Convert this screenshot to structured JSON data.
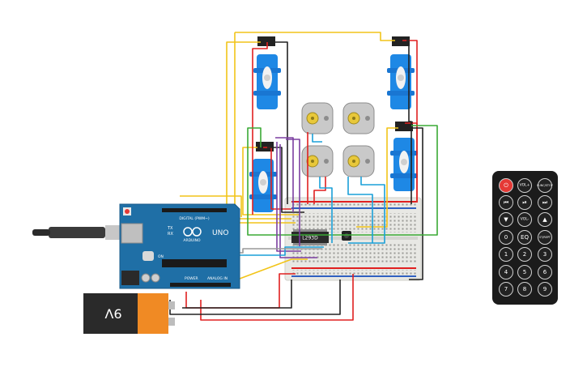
{
  "arduino": {
    "brand": "ARDUINO",
    "model": "UNO",
    "header_digital": "DIGITAL (PWM~)",
    "header_power": "POWER",
    "header_analog": "ANALOG IN",
    "tx": "TX",
    "rx": "RX",
    "on_label": "ON"
  },
  "driver_chip": {
    "label": "L293D"
  },
  "battery": {
    "label": "9V"
  },
  "remote": {
    "row1": [
      {
        "label": "⏻",
        "color": "#e53935",
        "name": "power-button"
      },
      {
        "label": "VOL+",
        "color": "#222222",
        "name": "vol-up-button"
      },
      {
        "label": "FUNC/STOP",
        "color": "#222222",
        "name": "func-stop-button"
      }
    ],
    "row2": [
      {
        "label": "⏮",
        "color": "#222222",
        "name": "rewind-button"
      },
      {
        "label": "⏯",
        "color": "#222222",
        "name": "play-pause-button"
      },
      {
        "label": "⏭",
        "color": "#222222",
        "name": "fast-forward-button"
      }
    ],
    "row3": [
      {
        "label": "▼",
        "color": "#222222",
        "name": "down-button"
      },
      {
        "label": "VOL-",
        "color": "#222222",
        "name": "vol-down-button"
      },
      {
        "label": "▲",
        "color": "#222222",
        "name": "up-button"
      }
    ],
    "row4": [
      {
        "label": "0",
        "color": "#222222",
        "name": "digit-0-button"
      },
      {
        "label": "EQ",
        "color": "#222222",
        "name": "eq-button"
      },
      {
        "label": "ST/REPT",
        "color": "#222222",
        "name": "st-rept-button"
      }
    ],
    "row5": [
      {
        "label": "1",
        "color": "#222222",
        "name": "digit-1-button"
      },
      {
        "label": "2",
        "color": "#222222",
        "name": "digit-2-button"
      },
      {
        "label": "3",
        "color": "#222222",
        "name": "digit-3-button"
      }
    ],
    "row6": [
      {
        "label": "4",
        "color": "#222222",
        "name": "digit-4-button"
      },
      {
        "label": "5",
        "color": "#222222",
        "name": "digit-5-button"
      },
      {
        "label": "6",
        "color": "#222222",
        "name": "digit-6-button"
      }
    ],
    "row7": [
      {
        "label": "7",
        "color": "#222222",
        "name": "digit-7-button"
      },
      {
        "label": "8",
        "color": "#222222",
        "name": "digit-8-button"
      },
      {
        "label": "9",
        "color": "#222222",
        "name": "digit-9-button"
      }
    ]
  },
  "colors": {
    "arduino_blue": "#1f6fa6",
    "servo_blue": "#1e88e5",
    "wire_yellow": "#f2c418",
    "wire_red": "#e02020",
    "wire_green": "#3aaa35",
    "wire_purple": "#7b3fa0",
    "wire_blue": "#1aa0d8",
    "wire_black": "#222222",
    "wire_gray": "#999999",
    "breadboard": "#e8e8e4",
    "battery_orange": "#f08a24"
  }
}
